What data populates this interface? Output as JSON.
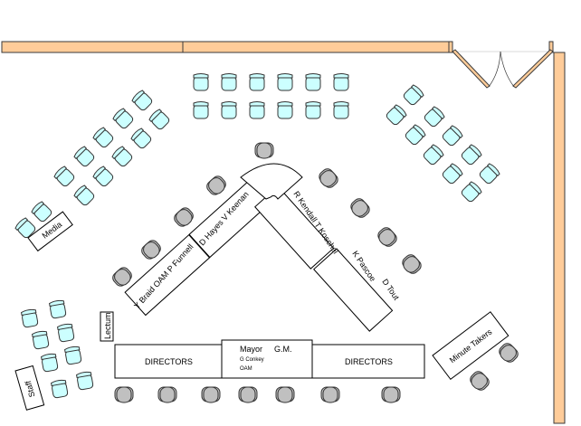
{
  "diagram": {
    "title": "Council Chamber Seating Plan",
    "colors": {
      "wall": "#ffcc99",
      "public_chair": "#ccffff",
      "official_chair": "#c0c0c0",
      "outline": "#333333",
      "background": "#ffffff"
    },
    "walls": [
      {
        "name": "top-wall-left",
        "kind": "wall"
      },
      {
        "name": "top-wall-right",
        "kind": "wall"
      },
      {
        "name": "right-wall",
        "kind": "wall"
      }
    ],
    "doors": [
      {
        "name": "double-door",
        "kind": "double swing door"
      }
    ],
    "tables": {
      "councillor_left_1": "Y Braid OAM  P Funnell",
      "councillor_left_2": "D Hayes  V Keenan",
      "councillor_right_1": "R Kendall  T Koschel",
      "councillor_right_2_a": "K Pascoe",
      "councillor_right_2_b": "D Tout",
      "media": "Media",
      "staff": "Staff",
      "lectern": "Lectum",
      "minute_takers": "Minute Takers",
      "directors_left": "DIRECTORS",
      "directors_right": "DIRECTORS",
      "mayor": "Mayor",
      "gm": "G.M.",
      "mayor_name_line1": "G Conkey",
      "mayor_name_line2": "OAM"
    },
    "seating_groups": [
      {
        "name": "public-gallery-top",
        "chair_type": "public",
        "count": 12
      },
      {
        "name": "public-gallery-left",
        "chair_type": "public",
        "count": 10
      },
      {
        "name": "public-gallery-right",
        "chair_type": "public",
        "count": 10
      },
      {
        "name": "media-seats",
        "chair_type": "public",
        "count": 2
      },
      {
        "name": "staff-seats",
        "chair_type": "public",
        "count": 8
      },
      {
        "name": "councillor-seats-left",
        "chair_type": "official",
        "count": 4
      },
      {
        "name": "councillor-seats-right",
        "chair_type": "official",
        "count": 4
      },
      {
        "name": "head-seat",
        "chair_type": "official",
        "count": 1
      },
      {
        "name": "directors-seats",
        "chair_type": "official",
        "count": 7
      },
      {
        "name": "minute-taker-seats",
        "chair_type": "official",
        "count": 2
      }
    ]
  }
}
